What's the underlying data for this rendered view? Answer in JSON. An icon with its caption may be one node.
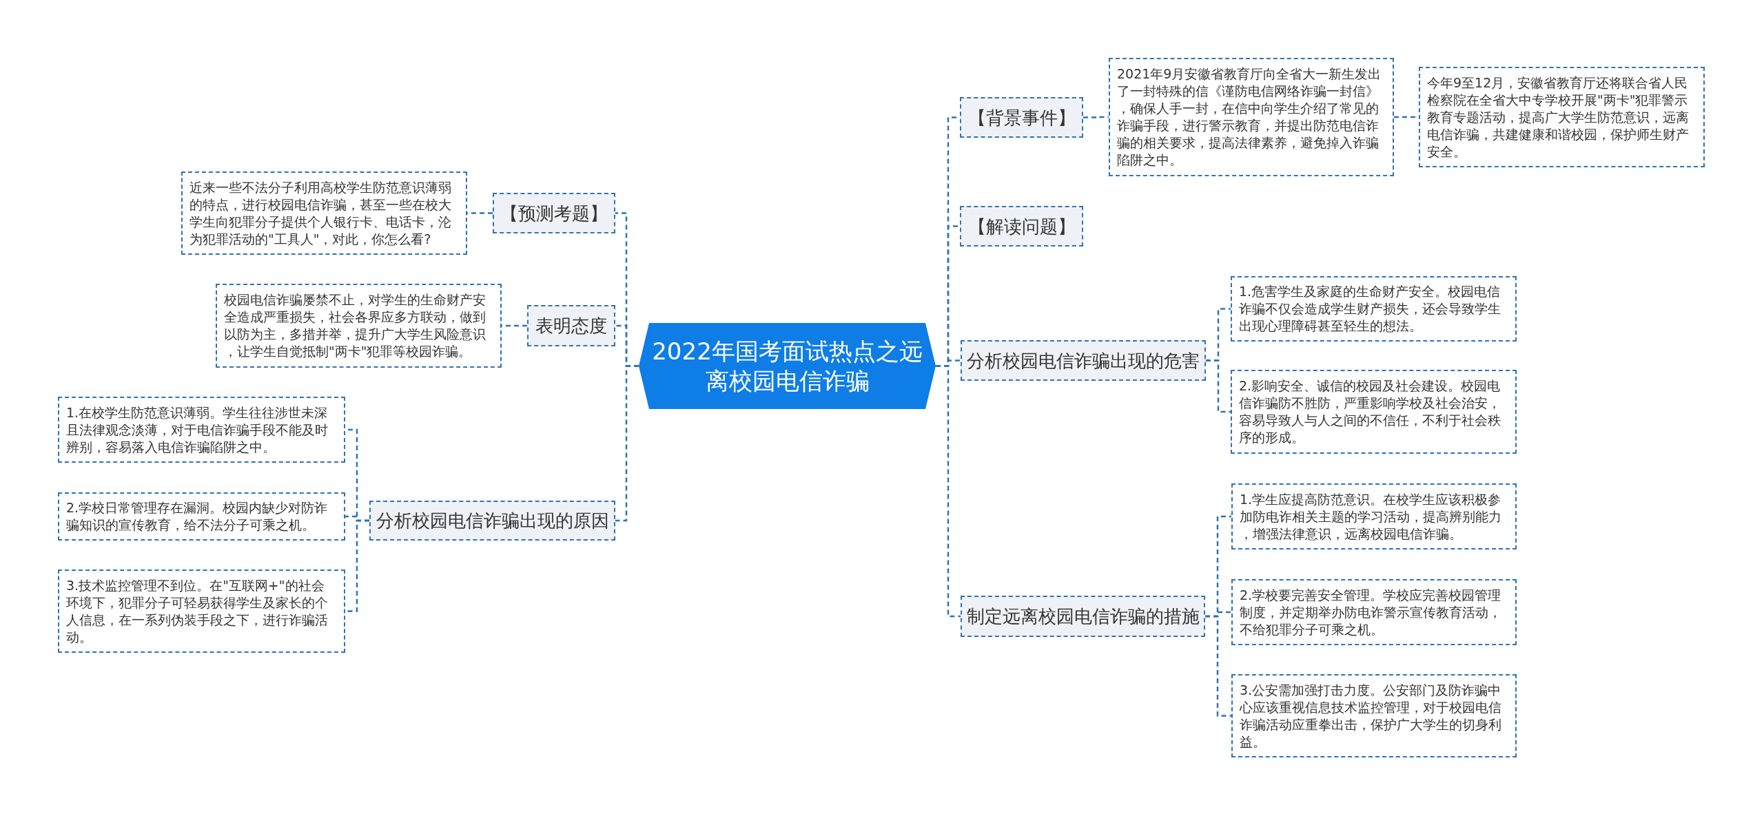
{
  "diagram": {
    "nodes": [
      {
        "text": [
          "2022年国考面试热点之远离校园电信诈骗"
        ]
      },
      {
        "text": [
          "【背景事件】"
        ]
      },
      {
        "text": [
          "2021年9月安徽省教育厅向全省大一新生发出了一封特殊的信《谨防电信网络诈骗一封信》，确保人手一封，在信中向学生介绍了常见的诈骗手段，进行警示教育，并提出防范电信诈骗的相关要求，提高法律素养，避免掉入诈骗陷阱之中。"
        ]
      },
      {
        "text": [
          "今年9至12月，安徽省教育厅还将联合省人民检察院在全省大中专学校开展\"两卡\"犯罪警示教育专题活动，提高广大学生防范意识，远离电信诈骗，共建健康和谐校园，保护师生财产安全。"
        ]
      },
      {
        "text": [
          "【解读问题】"
        ]
      },
      {
        "text": [
          "分析校园电信诈骗出现的危害"
        ]
      },
      {
        "text": [
          "1.危害学生及家庭的生命财产安全。校园电信诈骗不仅会造成学生财产损失，还会导致学生出现心理障碍甚至轻生的想法。"
        ]
      },
      {
        "text": [
          "2.影响安全、诚信的校园及社会建设。校园电信诈骗防不胜防，严重影响学校及社会治安，容易导致人与人之间的不信任，不利于社会秩序的形成。"
        ]
      },
      {
        "text": [
          "制定远离校园电信诈骗的措施"
        ]
      },
      {
        "text": [
          "1.学生应提高防范意识。在校学生应该积极参加防电诈相关主题的学习活动，提高辨别能力，增强法律意识，远离校园电信诈骗。"
        ]
      },
      {
        "text": [
          "2.学校要完善安全管理。学校应完善校园管理制度，并定期举办防电诈警示宣传教育活动，不给犯罪分子可乘之机。"
        ]
      },
      {
        "text": [
          "3.公安需加强打击力度。公安部门及防诈骗中心应该重视信息技术监控管理，对于校园电信诈骗活动应重拳出击，保护广大学生的切身利益。"
        ]
      },
      {
        "text": [
          "【预测考题】"
        ]
      },
      {
        "text": [
          "近来一些不法分子利用高校学生防范意识薄弱的特点，进行校园电信诈骗，甚至一些在校大学生向犯罪分子提供个人银行卡、电话卡，沦为犯罪活动的\"工具人\"，对此，你怎么看?"
        ]
      },
      {
        "text": [
          "表明态度"
        ]
      },
      {
        "text": [
          "校园电信诈骗屡禁不止，对学生的生命财产安全造成严重损失，社会各界应多方联动，做到以防为主，多措并举，提升广大学生风险意识，让学生自觉抵制\"两卡\"犯罪等校园诈骗。"
        ]
      },
      {
        "text": [
          "分析校园电信诈骗出现的原因"
        ]
      },
      {
        "text": [
          "1.在校学生防范意识薄弱。学生往往涉世未深且法律观念淡薄，对于电信诈骗手段不能及时辨别，容易落入电信诈骗陷阱之中。"
        ]
      },
      {
        "text": [
          "2.学校日常管理存在漏洞。校园内缺少对防诈骗知识的宣传教育，给不法分子可乘之机。"
        ]
      },
      {
        "text": [
          "3.技术监控管理不到位。在\"互联网+\"的社会环境下，犯罪分子可轻易获得学生及家长的个人信息，在一系列伪装手段之下，进行诈骗活动。"
        ]
      }
    ],
    "edges": [
      {
        "from": 0,
        "to": 1,
        "arrow": "none",
        "style": "dashed"
      },
      {
        "from": 1,
        "to": 2,
        "arrow": "none",
        "style": "dashed"
      },
      {
        "from": 2,
        "to": 3,
        "arrow": "none",
        "style": "dashed"
      },
      {
        "from": 0,
        "to": 4,
        "arrow": "none",
        "style": "dashed"
      },
      {
        "from": 0,
        "to": 5,
        "arrow": "none",
        "style": "dashed"
      },
      {
        "from": 5,
        "to": 6,
        "arrow": "none",
        "style": "dashed"
      },
      {
        "from": 5,
        "to": 7,
        "arrow": "none",
        "style": "dashed"
      },
      {
        "from": 0,
        "to": 8,
        "arrow": "none",
        "style": "dashed"
      },
      {
        "from": 8,
        "to": 9,
        "arrow": "none",
        "style": "dashed"
      },
      {
        "from": 8,
        "to": 10,
        "arrow": "none",
        "style": "dashed"
      },
      {
        "from": 8,
        "to": 11,
        "arrow": "none",
        "style": "dashed"
      },
      {
        "from": 0,
        "to": 12,
        "arrow": "none",
        "style": "dashed"
      },
      {
        "from": 12,
        "to": 13,
        "arrow": "none",
        "style": "dashed"
      },
      {
        "from": 0,
        "to": 14,
        "arrow": "none",
        "style": "dashed"
      },
      {
        "from": 14,
        "to": 15,
        "arrow": "none",
        "style": "dashed"
      },
      {
        "from": 0,
        "to": 16,
        "arrow": "none",
        "style": "dashed"
      },
      {
        "from": 16,
        "to": 17,
        "arrow": "none",
        "style": "dashed"
      },
      {
        "from": 16,
        "to": 18,
        "arrow": "none",
        "style": "dashed"
      },
      {
        "from": 16,
        "to": 19,
        "arrow": "none",
        "style": "dashed"
      }
    ]
  }
}
